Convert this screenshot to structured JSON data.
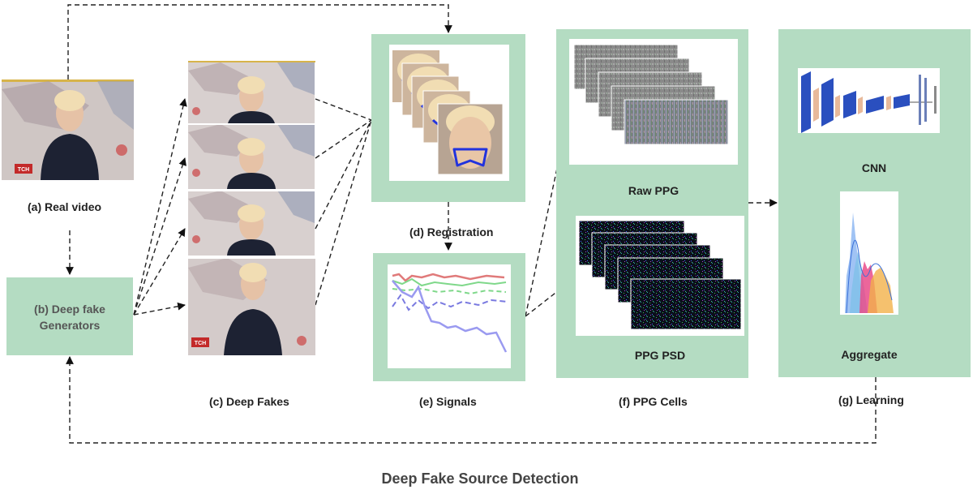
{
  "labels": {
    "real_video": "(a) Real video",
    "generators_line1": "(b) Deep fake",
    "generators_line2": "Generators",
    "deep_fakes": "(c) Deep Fakes",
    "registration": "(d) Registration",
    "signals": "(e) Signals",
    "raw_ppg": "Raw PPG",
    "ppg_psd": "PPG PSD",
    "ppg_cells": "(f) PPG Cells",
    "cnn": "CNN",
    "aggregate": "Aggregate",
    "learning": "(g) Learning"
  },
  "logo_text": "TCH",
  "title": "Deep Fake Source Detection",
  "colors": {
    "panel_green": "#b4dcc2",
    "mask_blue": "#2233dd",
    "cnn_blue": "#2a4fbf",
    "cnn_peach": "#e8b99a"
  }
}
